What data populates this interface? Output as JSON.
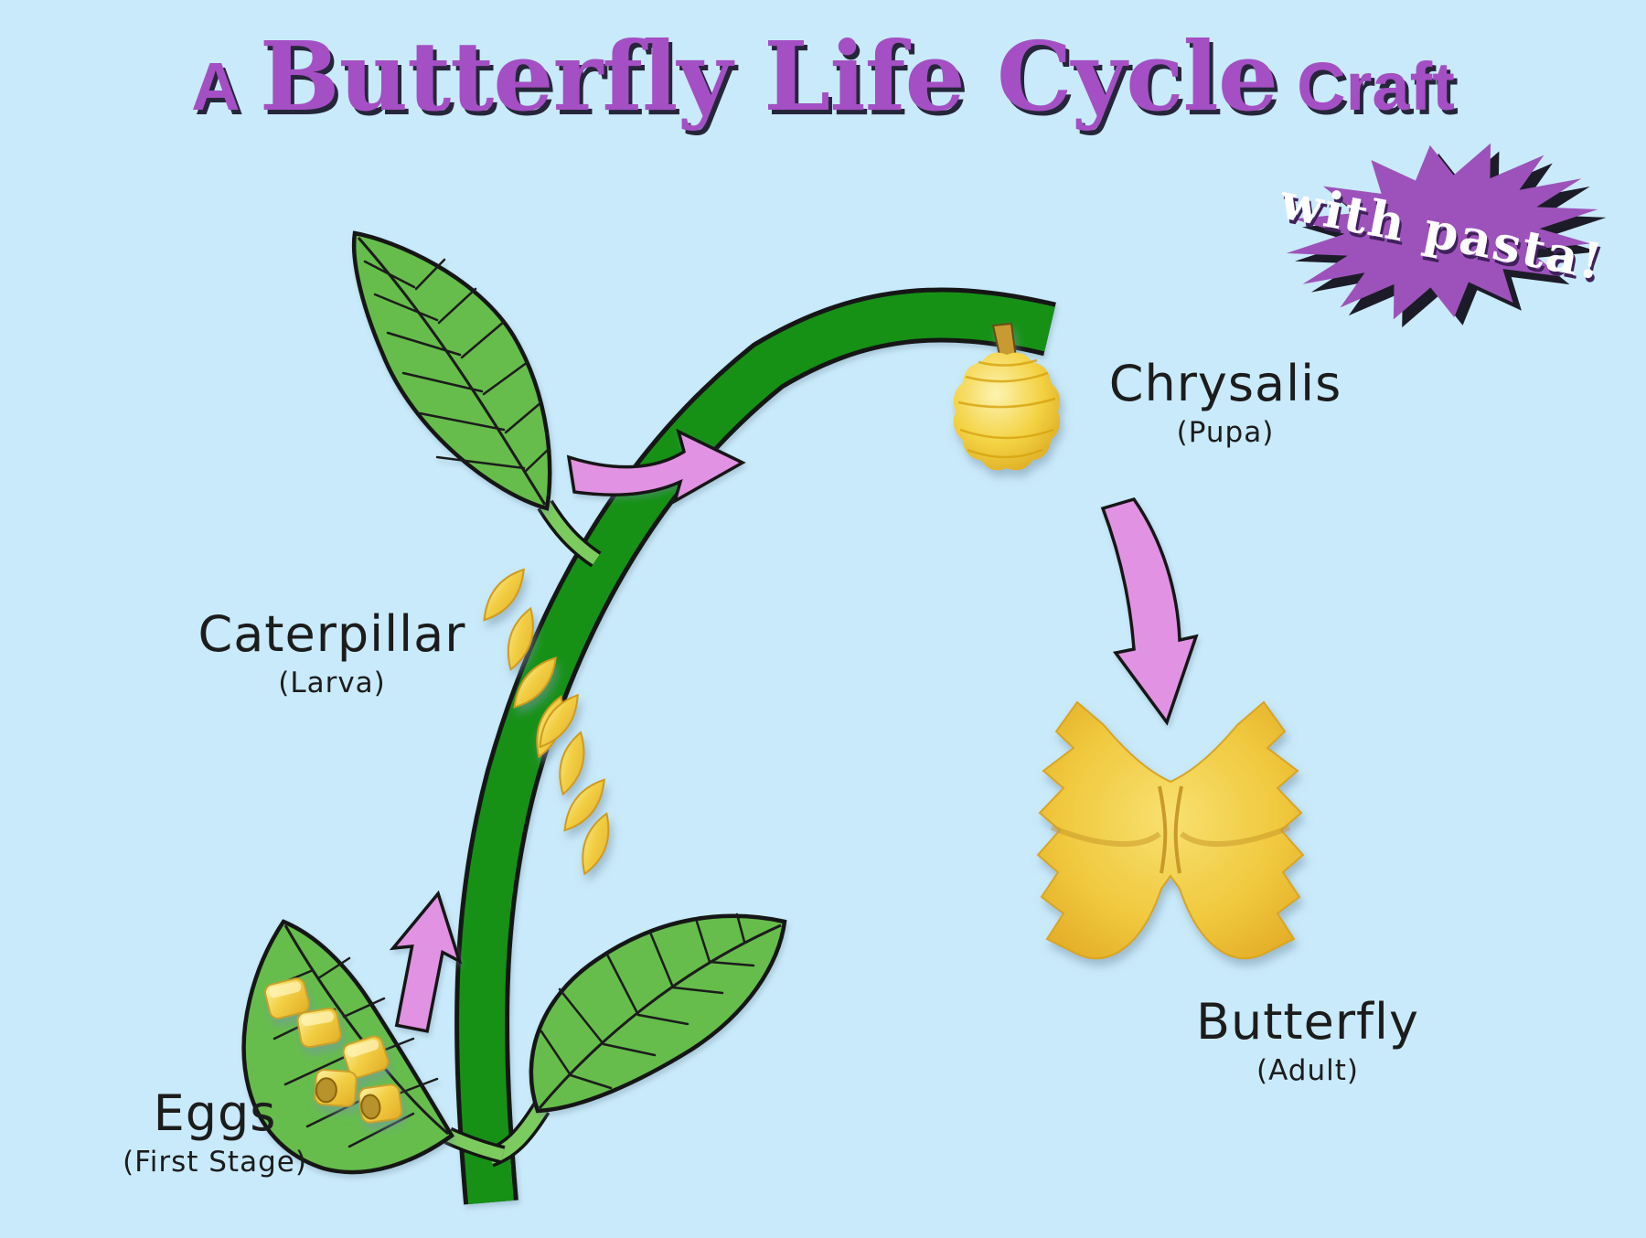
{
  "title": {
    "word_a": "A",
    "word_main": "Butterfly Life Cycle",
    "word_craft": "Craft"
  },
  "badge": {
    "label": "with pasta!"
  },
  "stages": [
    {
      "name": "Eggs",
      "subtitle": "(First Stage)",
      "pasta_icon": "ditalini-pasta"
    },
    {
      "name": "Caterpillar",
      "subtitle": "(Larva)",
      "pasta_icon": "rotini-pasta"
    },
    {
      "name": "Chrysalis",
      "subtitle": "(Pupa)",
      "pasta_icon": "shell-pasta"
    },
    {
      "name": "Butterfly",
      "subtitle": "(Adult)",
      "pasta_icon": "farfalle-pasta"
    }
  ],
  "colors": {
    "background": "#c9eafa",
    "title_purple": "#a44fc4",
    "burst_purple": "#9d52bb",
    "arrow_pink": "#e292e2",
    "stem_green": "#149114",
    "leaf_green": "#66bd4b",
    "petiole_green": "#7ccb5e",
    "pasta_gold": "#f2cf45",
    "label_ink": "#1c1c1c"
  }
}
